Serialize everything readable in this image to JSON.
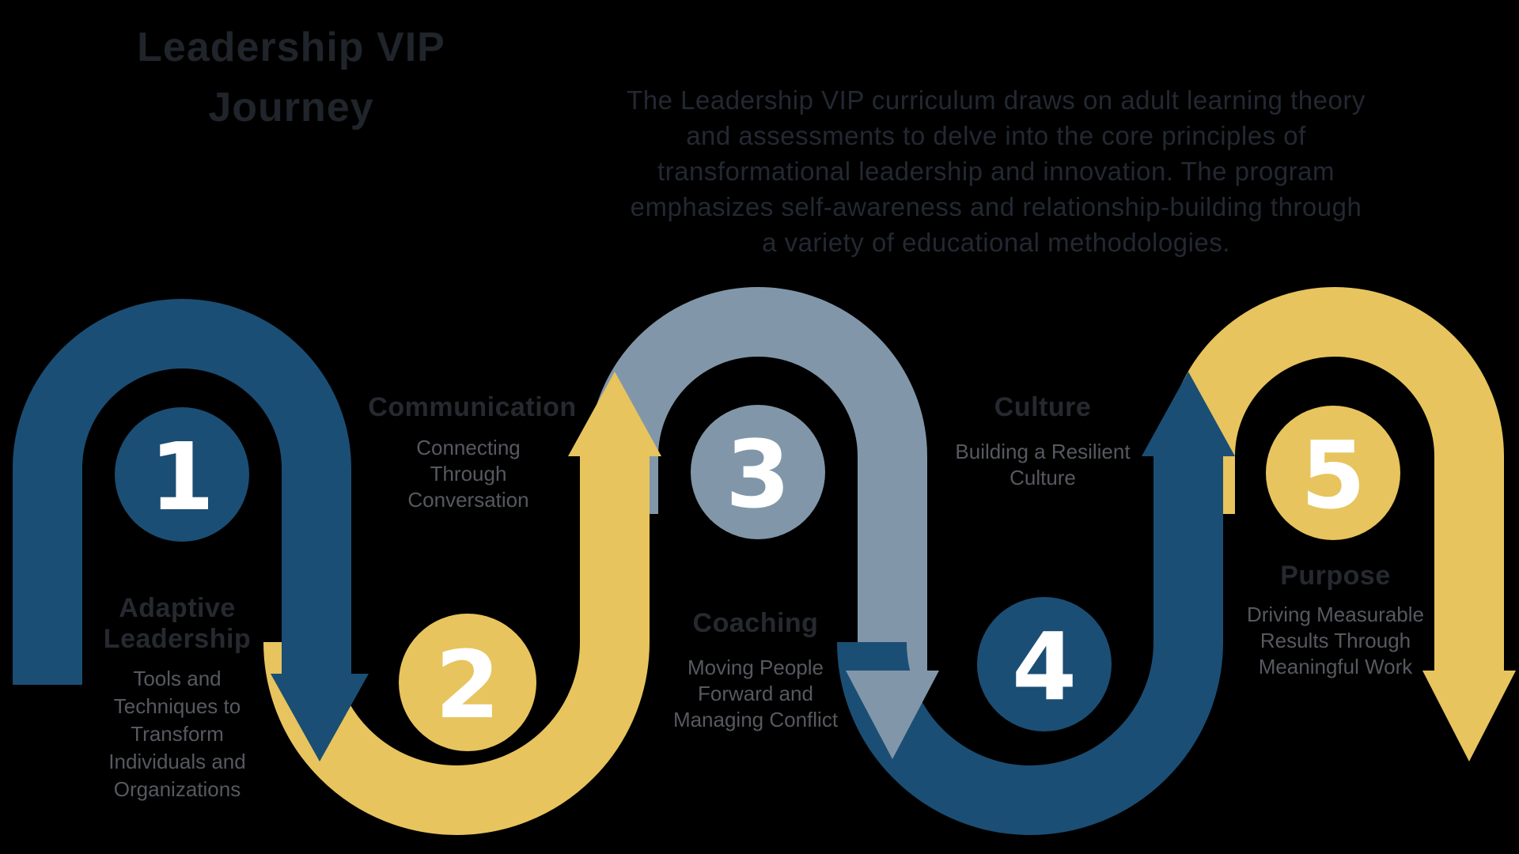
{
  "colors": {
    "background": "#000000",
    "blue": "#1B4E74",
    "yellow": "#E7C45E",
    "slate": "#8197A9",
    "title_text": "#20242B",
    "paragraph_text": "#232832",
    "step_title_text": "#26292F",
    "step_desc_text": "#56595F",
    "number_text": "#FFFFFF"
  },
  "header": {
    "title_lines": [
      "Leadership VIP",
      "Journey"
    ],
    "description_lines": [
      "The Leadership VIP curriculum draws on adult learning theory",
      "and assessments to delve into the core principles of",
      "transformational leadership and innovation. The program",
      "emphasizes self-awareness and relationship-building through",
      "a variety of educational methodologies."
    ]
  },
  "steps": [
    {
      "number": "1",
      "color": "blue",
      "title_lines": [
        "Adaptive",
        "Leadership"
      ],
      "desc_lines": [
        "Tools and",
        "Techniques to",
        "Transform",
        "Individuals and",
        "Organizations"
      ]
    },
    {
      "number": "2",
      "color": "yellow",
      "title_lines": [
        "Communication"
      ],
      "desc_lines": [
        "Connecting",
        "Through",
        "Conversation"
      ]
    },
    {
      "number": "3",
      "color": "slate",
      "title_lines": [
        "Coaching"
      ],
      "desc_lines": [
        "Moving People",
        "Forward and",
        "Managing Conflict"
      ]
    },
    {
      "number": "4",
      "color": "blue",
      "title_lines": [
        "Culture"
      ],
      "desc_lines": [
        "Building a Resilient",
        "Culture"
      ]
    },
    {
      "number": "5",
      "color": "yellow",
      "title_lines": [
        "Purpose"
      ],
      "desc_lines": [
        "Driving Measurable",
        "Results Through",
        "Meaningful Work"
      ]
    }
  ]
}
